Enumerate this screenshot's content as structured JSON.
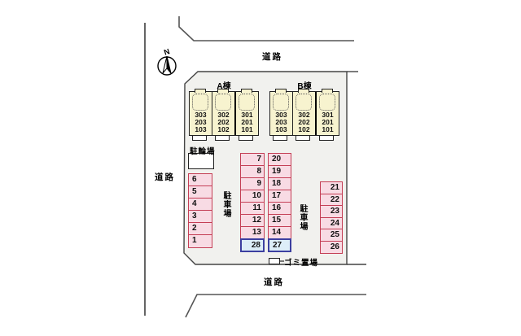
{
  "site_plan": {
    "compass_label": "N",
    "road_top": "道路",
    "road_left": "道路",
    "road_bottom": "道路",
    "bicycle_label": "駐輪場",
    "garbage_label": "ゴミ置場",
    "parking_label_left": "駐車場",
    "parking_label_right": "駐車場",
    "buildings": [
      {
        "name": "A棟",
        "units": [
          {
            "floors": [
              "303",
              "203",
              "103"
            ]
          },
          {
            "floors": [
              "302",
              "202",
              "102"
            ]
          },
          {
            "floors": [
              "301",
              "201",
              "101"
            ]
          }
        ]
      },
      {
        "name": "B棟",
        "units": [
          {
            "floors": [
              "303",
              "203",
              "103"
            ]
          },
          {
            "floors": [
              "302",
              "202",
              "102"
            ]
          },
          {
            "floors": [
              "301",
              "201",
              "101"
            ]
          }
        ]
      }
    ],
    "parking_columns": [
      {
        "id": "left",
        "spaces": [
          "6",
          "5",
          "4",
          "3",
          "2",
          "1"
        ]
      },
      {
        "id": "center-left",
        "spaces": [
          "7",
          "8",
          "9",
          "10",
          "11",
          "12",
          "13",
          "28"
        ]
      },
      {
        "id": "center-right",
        "spaces": [
          "20",
          "19",
          "18",
          "17",
          "16",
          "15",
          "14",
          "27"
        ]
      },
      {
        "id": "right",
        "spaces": [
          "21",
          "22",
          "23",
          "24",
          "25",
          "26"
        ]
      }
    ],
    "blue_spaces": [
      "27",
      "28"
    ],
    "colors": {
      "space_fill": "#f8dbe4",
      "space_border": "#c43e55",
      "blue_space_fill": "#ddeef8",
      "blue_space_border": "#3c3fa0",
      "building_fill": "#f7f3cf",
      "site_fill": "#f1f1ee"
    }
  }
}
